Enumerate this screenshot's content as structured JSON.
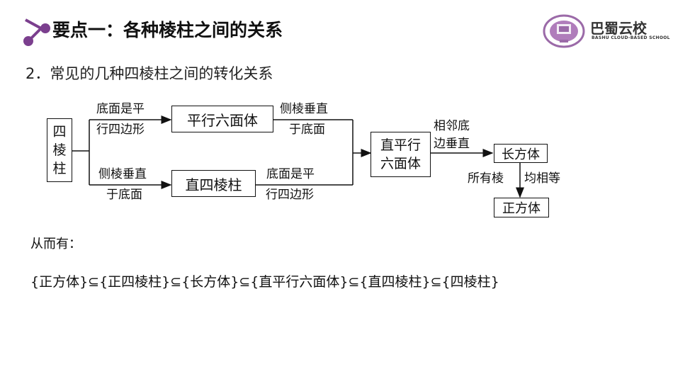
{
  "header": {
    "title": "要点一：各种棱柱之间的关系",
    "logo_text": "巴蜀云校",
    "logo_sub": "BASHU CLOUD-BASED SCHOOL",
    "accent_color": "#7b3f8e"
  },
  "section_title": "2．常见的几种四棱柱之间的转化关系",
  "diagram": {
    "boxes": {
      "siling_line1": "四",
      "siling_line2": "棱",
      "siling_line3": "柱",
      "pingxing": "平行六面体",
      "zhisi": "直四棱柱",
      "zhiping_line1": "直平行",
      "zhiping_line2": "六面体",
      "changfang": "长方体",
      "zhengfang": "正方体"
    },
    "labels": {
      "top_left_1": "底面是平",
      "top_left_2": "行四边形",
      "bottom_left_1": "侧棱垂直",
      "bottom_left_2": "于底面",
      "top_mid_1": "侧棱垂直",
      "top_mid_2": "于底面",
      "bottom_mid_1": "底面是平",
      "bottom_mid_2": "行四边形",
      "right_1": "相邻底",
      "right_2": "边垂直",
      "down_1": "所有棱",
      "down_2": "均相等"
    }
  },
  "conclusion_intro": "从而有：",
  "conclusion_formula": "{正方体}⊆{正四棱柱}⊆{长方体}⊆{直平行六面体}⊆{直四棱柱}⊆{四棱柱}"
}
